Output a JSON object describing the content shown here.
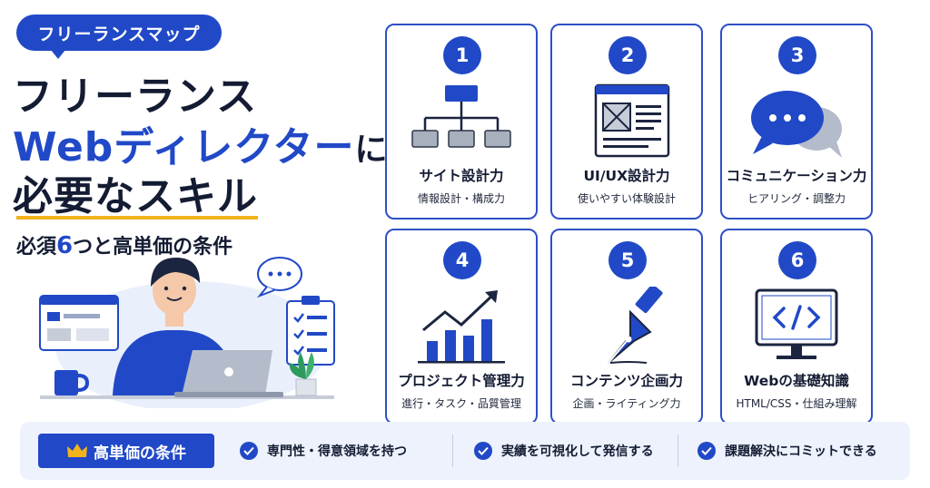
{
  "hero": {
    "tag": "フリーランスマップ",
    "title_line1": "フリーランス",
    "title_line2": "Webディレクター",
    "title_line2_suffix": "に",
    "title_line3": "必要なスキル",
    "subtitle_pre": "必須",
    "subtitle_num": "6",
    "subtitle_post": "つと高単価の条件"
  },
  "colors": {
    "primary": "#2149c7",
    "accent": "#f2b41c",
    "dark": "#141c33",
    "bar_bg": "#edf2fc"
  },
  "skills": [
    {
      "number": "1",
      "title": "サイト設計力",
      "subtitle": "情報設計・構成力",
      "icon": "sitemap-icon"
    },
    {
      "number": "2",
      "title": "UI/UX設計力",
      "subtitle": "使いやすい体験設計",
      "icon": "wireframe-icon"
    },
    {
      "number": "3",
      "title": "コミュニケーション力",
      "subtitle": "ヒアリング・調整力",
      "icon": "chat-bubbles-icon"
    },
    {
      "number": "4",
      "title": "プロジェクト管理力",
      "subtitle": "進行・タスク・品質管理",
      "icon": "growth-chart-icon"
    },
    {
      "number": "5",
      "title": "コンテンツ企画力",
      "subtitle": "企画・ライティング力",
      "icon": "pen-nib-icon"
    },
    {
      "number": "6",
      "title": "Webの基礎知識",
      "subtitle": "HTML/CSS・仕組み理解",
      "icon": "code-monitor-icon"
    }
  ],
  "conditions": {
    "label": "高単価の条件",
    "items": [
      "専門性・得意領域を持つ",
      "実績を可視化して発信する",
      "課題解決にコミットできる"
    ]
  }
}
